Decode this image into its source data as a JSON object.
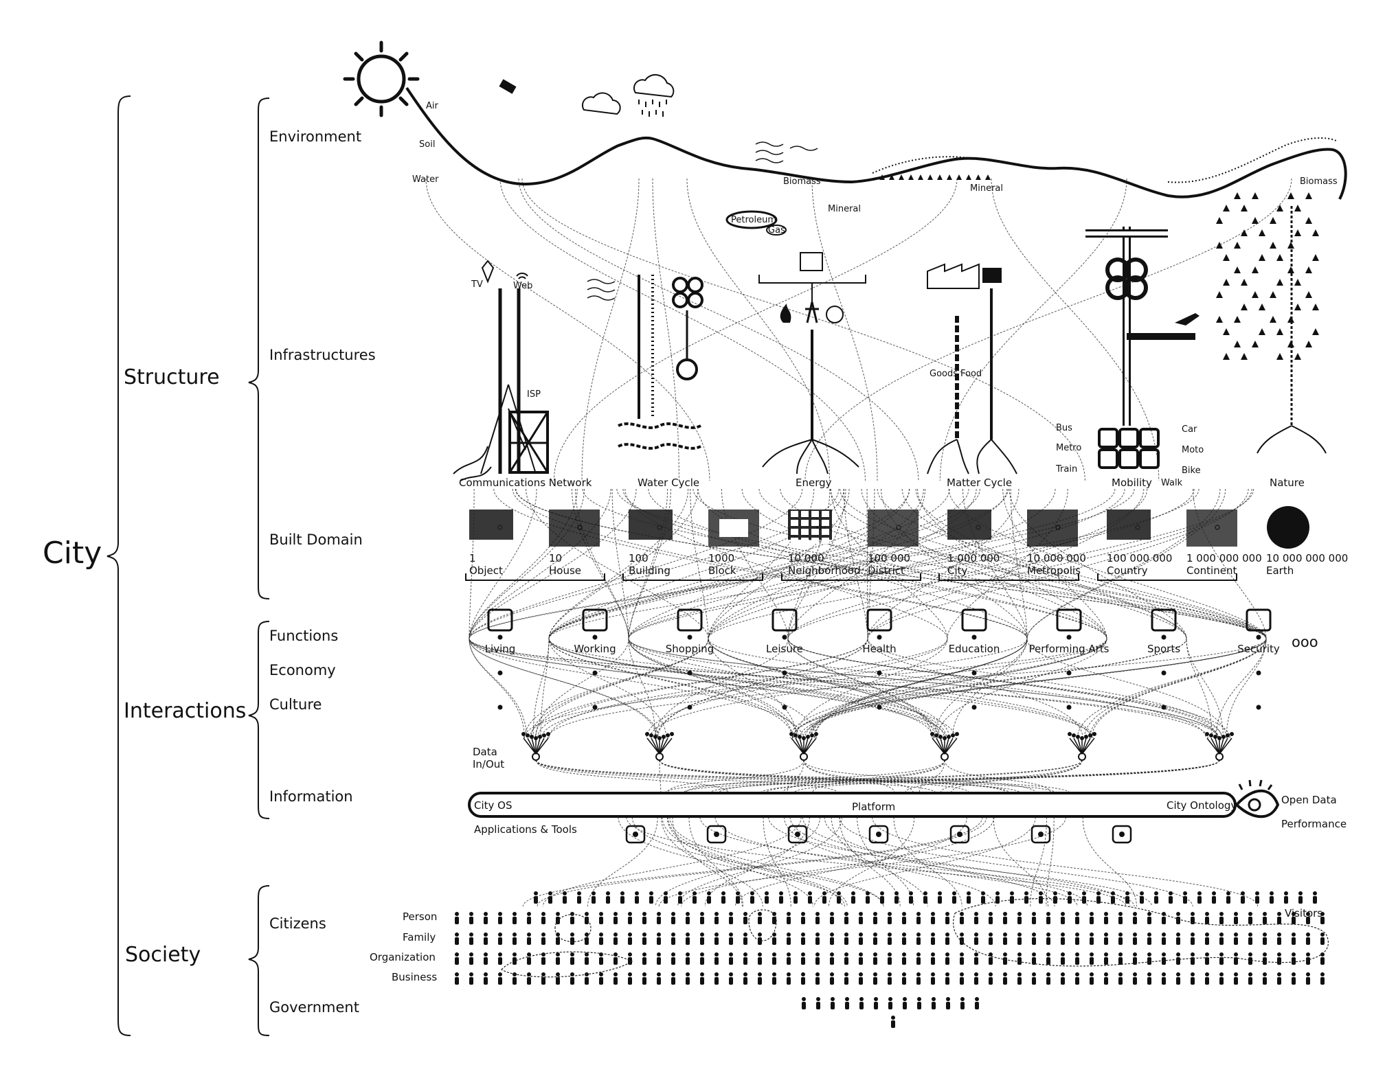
{
  "hierarchy": {
    "root": "City",
    "structure": {
      "label": "Structure",
      "children": [
        "Environment",
        "Infrastructures",
        "Built Domain"
      ]
    },
    "interactions": {
      "label": "Interactions",
      "children": [
        "Functions",
        "Economy",
        "Culture",
        "Information"
      ]
    },
    "society": {
      "label": "Society",
      "children": [
        "Citizens",
        "Government"
      ]
    }
  },
  "environment": {
    "layers": [
      "Air",
      "Soil",
      "Water"
    ],
    "resources": [
      "Biomass",
      "Mineral",
      "Mineral",
      "Petroleum",
      "Gas",
      "Biomass"
    ]
  },
  "infrastructure": {
    "systems": [
      "Communications Network",
      "Water Cycle",
      "Energy",
      "Matter Cycle",
      "Mobility",
      "Nature"
    ],
    "comm_labels": [
      "TV",
      "Web",
      "ISP"
    ],
    "matter_labels": [
      "Goods",
      "Food"
    ],
    "mobility_labels": [
      "Bus",
      "Metro",
      "Train",
      "Car",
      "Moto",
      "Bike",
      "Walk"
    ]
  },
  "built_domain": {
    "scales": [
      {
        "count": "1",
        "name": "Object"
      },
      {
        "count": "10",
        "name": "House"
      },
      {
        "count": "100",
        "name": "Building"
      },
      {
        "count": "1000",
        "name": "Block"
      },
      {
        "count": "10 000",
        "name": "Neighborhood"
      },
      {
        "count": "100 000",
        "name": "District"
      },
      {
        "count": "1 000 000",
        "name": "City"
      },
      {
        "count": "10 000 000",
        "name": "Metropolis"
      },
      {
        "count": "100 000 000",
        "name": "Country"
      },
      {
        "count": "1 000 000 000",
        "name": "Continent"
      },
      {
        "count": "10 000 000 000",
        "name": "Earth"
      }
    ]
  },
  "functions": {
    "items": [
      "Living",
      "Working",
      "Shopping",
      "Leisure",
      "Health",
      "Education",
      "Performing Arts",
      "Sports",
      "Security"
    ],
    "more": "ooo"
  },
  "information": {
    "data_label_1": "Data",
    "data_label_2": "In/Out",
    "platform_left": "City OS",
    "platform_center": "Platform",
    "platform_right": "City Ontology",
    "open_data": "Open Data",
    "performance": "Performance",
    "apps": "Applications & Tools"
  },
  "society_labels": {
    "rows": [
      "Person",
      "Family",
      "Organization",
      "Business"
    ],
    "visitors": "Visitors"
  }
}
